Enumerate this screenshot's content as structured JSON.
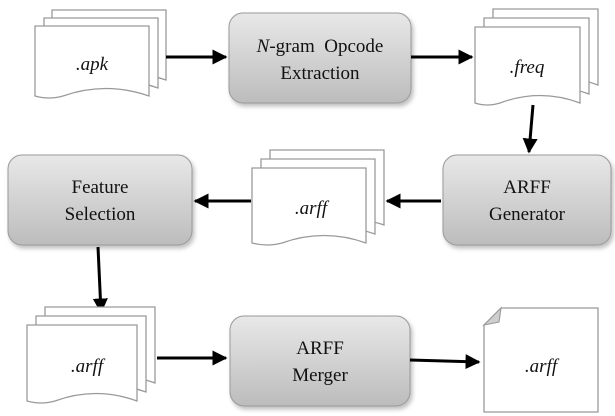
{
  "diagram": {
    "files": {
      "apk": ".apk",
      "freq": ".freq",
      "arff_selection_input": ".arff",
      "arff_merger_input": ".arff",
      "arff_output": ".arff"
    },
    "processes": {
      "opcode_extraction": {
        "line1_n": "N",
        "line1_rest": "-gram  Opcode",
        "line2": "Extraction"
      },
      "arff_generator": {
        "line1": "ARFF",
        "line2": "Generator"
      },
      "feature_selection": {
        "line1": "Feature",
        "line2": "Selection"
      },
      "arff_merger": {
        "line1": "ARFF",
        "line2": "Merger"
      }
    },
    "colors": {
      "process_fill_top": "#e6e6e6",
      "process_fill_bottom": "#bdbdbd",
      "process_stroke": "#9a9a9a",
      "document_stroke": "#9a9a9a",
      "arrow": "#000000"
    }
  }
}
